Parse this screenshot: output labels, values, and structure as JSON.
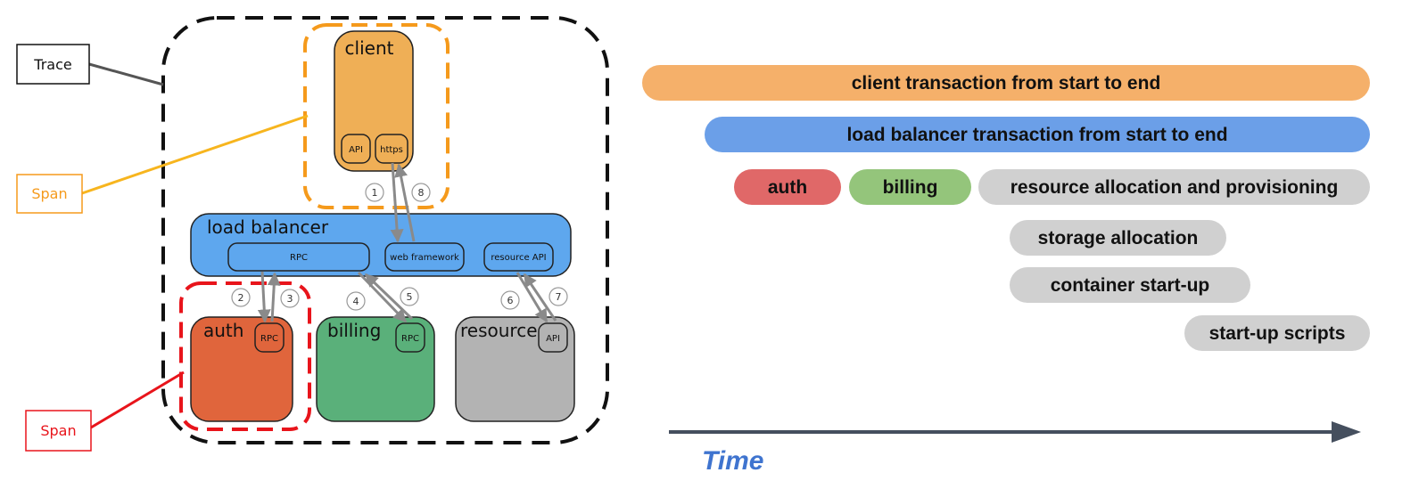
{
  "labels": {
    "trace": "Trace",
    "span_client": "Span",
    "span_auth": "Span"
  },
  "services": {
    "client": {
      "name": "client",
      "endpoints": [
        "API",
        "https"
      ]
    },
    "load_balancer": {
      "name": "load balancer",
      "endpoints": [
        "RPC",
        "web framework",
        "resource API"
      ]
    },
    "auth": {
      "name": "auth",
      "endpoint": "RPC"
    },
    "billing": {
      "name": "billing",
      "endpoint": "RPC"
    },
    "resource": {
      "name": "resource",
      "endpoint": "API"
    }
  },
  "steps": [
    "1",
    "2",
    "3",
    "4",
    "5",
    "6",
    "7",
    "8"
  ],
  "timeline": {
    "bars": [
      "client transaction from start to end",
      "load balancer transaction from start to end",
      "auth",
      "billing",
      "resource allocation and provisioning",
      "storage allocation",
      "container start-up",
      "start-up scripts"
    ],
    "axis_label": "Time"
  },
  "colors": {
    "client": "#efaf56",
    "load_balancer": "#5ea7ee",
    "auth": "#e0653c",
    "billing": "#5ab07a",
    "resource": "#b3b3b3",
    "bar_client": "#f5b06a",
    "bar_lb": "#6b9fe8",
    "bar_auth": "#e06868",
    "bar_billing": "#94c57b",
    "bar_gray": "#d0d0d0",
    "span_client": "#f59a1c",
    "span_auth": "#e8141b",
    "axis": "#454f5e",
    "time_label": "#3f74cf"
  }
}
